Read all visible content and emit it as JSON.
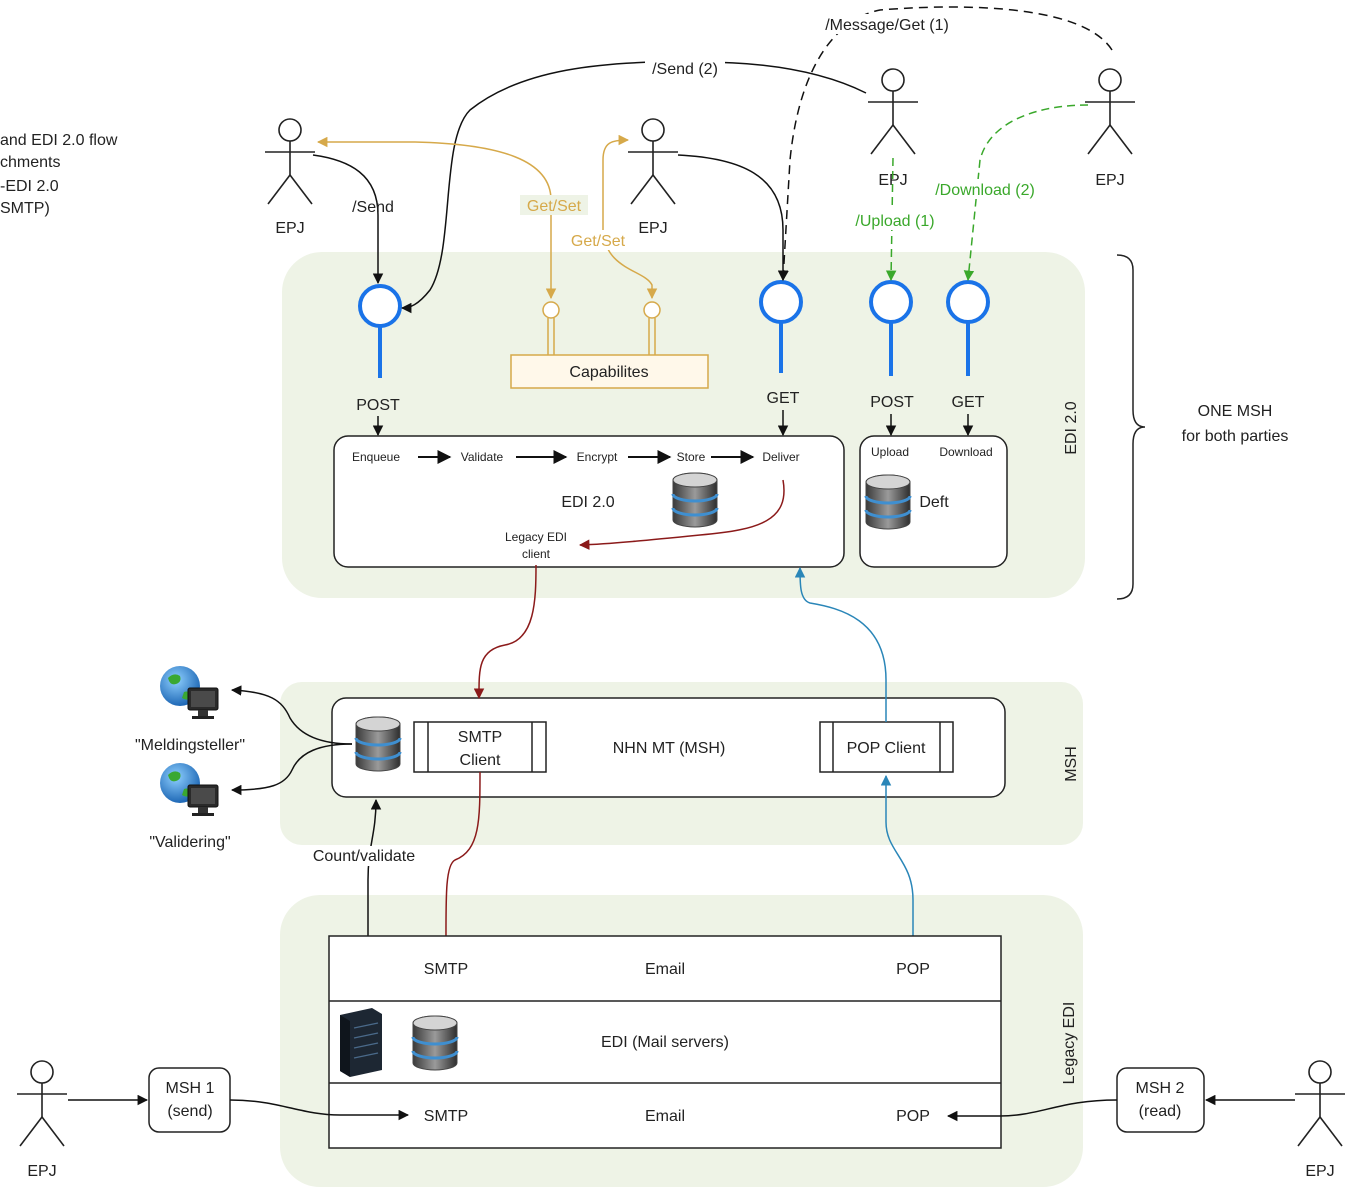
{
  "note_lines": [
    "and EDI 2.0 flow",
    "chments",
    "-EDI 2.0",
    "SMTP)"
  ],
  "actors": {
    "top_left": "EPJ",
    "top_middle": "EPJ",
    "top_right_a": "EPJ",
    "top_right_b": "EPJ",
    "bottom_left": "EPJ",
    "bottom_right": "EPJ"
  },
  "flows": {
    "send": "/Send",
    "send2": "/Send (2)",
    "message_get": "/Message/Get (1)",
    "get_set_1": "Get/Set",
    "get_set_2": "Get/Set",
    "upload": "/Upload (1)",
    "download": "/Download (2)",
    "count_validate": "Count/validate"
  },
  "edi2": {
    "region_label": "EDI 2.0",
    "capabilities": "Capabilites",
    "post": "POST",
    "get": "GET",
    "post2": "POST",
    "get2": "GET",
    "pipeline": [
      "Enqueue",
      "Validate",
      "Encrypt",
      "Store",
      "Deliver"
    ],
    "box_title": "EDI 2.0",
    "legacy_client_line1": "Legacy EDI",
    "legacy_client_line2": "client",
    "deft_upload": "Upload",
    "deft_download": "Download",
    "deft_title": "Deft"
  },
  "brace_label_line1": "ONE MSH",
  "brace_label_line2": "for both parties",
  "msh": {
    "region_label": "MSH",
    "smtp_client_line1": "SMTP",
    "smtp_client_line2": "Client",
    "title": "NHN MT (MSH)",
    "pop_client": "POP Client",
    "meldingsteller": "\"Meldingsteller\"",
    "validering": "\"Validering\""
  },
  "legacy": {
    "region_label": "Legacy EDI",
    "top_smtp": "SMTP",
    "top_email": "Email",
    "top_pop": "POP",
    "mail_servers": "EDI (Mail servers)",
    "bottom_smtp": "SMTP",
    "bottom_email": "Email",
    "bottom_pop": "POP",
    "msh1_line1": "MSH 1",
    "msh1_line2": "(send)",
    "msh2_line1": "MSH 2",
    "msh2_line2": "(read)"
  },
  "colors": {
    "region_fill": "#eef3e6",
    "endpoint_blue": "#1a73e8",
    "capabilities_gold": "#d6a94a",
    "deft_green": "#3aa82b",
    "legacy_red": "#8b1a1a",
    "pop_blue": "#2a86b8"
  }
}
